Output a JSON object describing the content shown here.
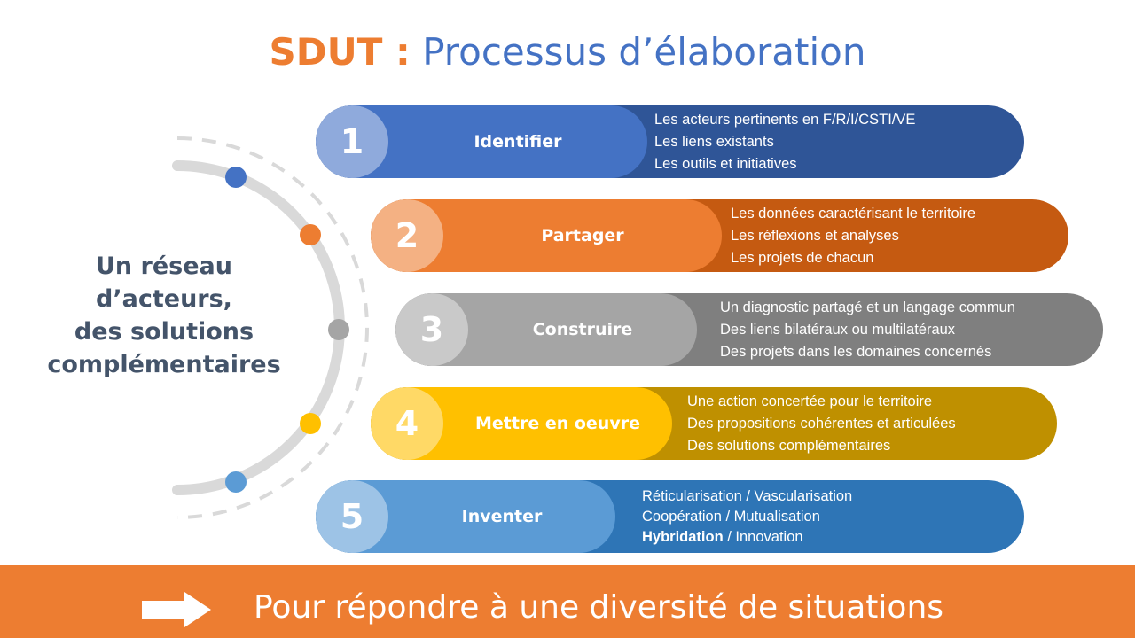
{
  "title": {
    "prefix": "SDUT :",
    "main": "Processus d’élaboration",
    "prefix_color": "#ed7d31",
    "main_color": "#4472c4"
  },
  "left_text": {
    "lines": [
      "Un réseau",
      "d’acteurs,",
      "des solutions",
      "complémentaires"
    ]
  },
  "steps": [
    {
      "number": "1",
      "label": "Identifier",
      "details": [
        "Les acteurs pertinents en F/R/I/CSTI/VE",
        "Les liens existants",
        "Les outils et initiatives"
      ],
      "colors": {
        "outer": "#2f5597",
        "mid": "#4472c4",
        "badge": "#8faadc",
        "dot": "#4472c4"
      }
    },
    {
      "number": "2",
      "label": "Partager",
      "details": [
        "Les données caractérisant le territoire",
        "Les réflexions et analyses",
        "Les projets de chacun"
      ],
      "colors": {
        "outer": "#c55a11",
        "mid": "#ed7d31",
        "badge": "#f4b183",
        "dot": "#ed7d31"
      }
    },
    {
      "number": "3",
      "label": "Construire",
      "details": [
        "Un diagnostic partagé et un langage commun",
        "Des liens bilatéraux ou multilatéraux",
        "Des projets dans les domaines concernés"
      ],
      "colors": {
        "outer": "#7f7f7f",
        "mid": "#a5a5a5",
        "badge": "#c9c9c9",
        "dot": "#a5a5a5"
      }
    },
    {
      "number": "4",
      "label": "Mettre en oeuvre",
      "details": [
        "Une action concertée pour le territoire",
        "Des propositions cohérentes et articulées",
        "Des solutions complémentaires"
      ],
      "colors": {
        "outer": "#bf9000",
        "mid": "#ffc000",
        "badge": "#ffd966",
        "dot": "#ffc000"
      }
    },
    {
      "number": "5",
      "label": "Inventer",
      "details_bold_word": "Hybridation",
      "details": [
        "Réticularisation / Vascularisation",
        "Coopération / Mutualisation",
        " / Innovation"
      ],
      "colors": {
        "outer": "#2e75b6",
        "mid": "#5b9bd5",
        "badge": "#9dc3e6",
        "dot": "#5b9bd5"
      }
    }
  ],
  "banner": {
    "text": "Pour répondre à une diversité de situations",
    "color": "#ed7d31",
    "icon": "right-arrow-icon"
  },
  "arc_colors": {
    "solid": "#d9d9d9",
    "dashed": "#d9d9d9"
  }
}
